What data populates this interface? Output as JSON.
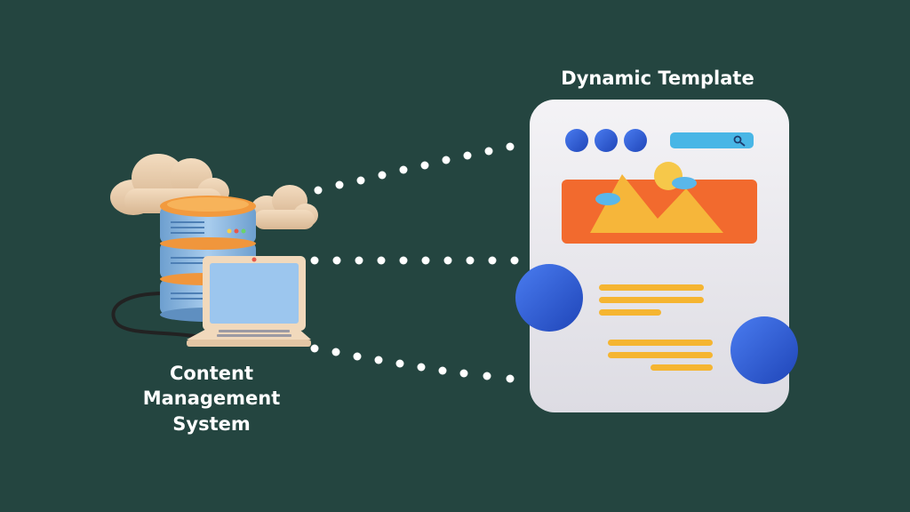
{
  "template_label": "Dynamic Template",
  "cms_label": {
    "line1": "Content",
    "line2": "Management",
    "line3": "System"
  },
  "colors": {
    "background": "#244540",
    "dots": "#ffffff",
    "blue": "#2f5ed9",
    "orange": "#f26a2e",
    "yellow": "#f5b531",
    "card": "#ecebef"
  }
}
